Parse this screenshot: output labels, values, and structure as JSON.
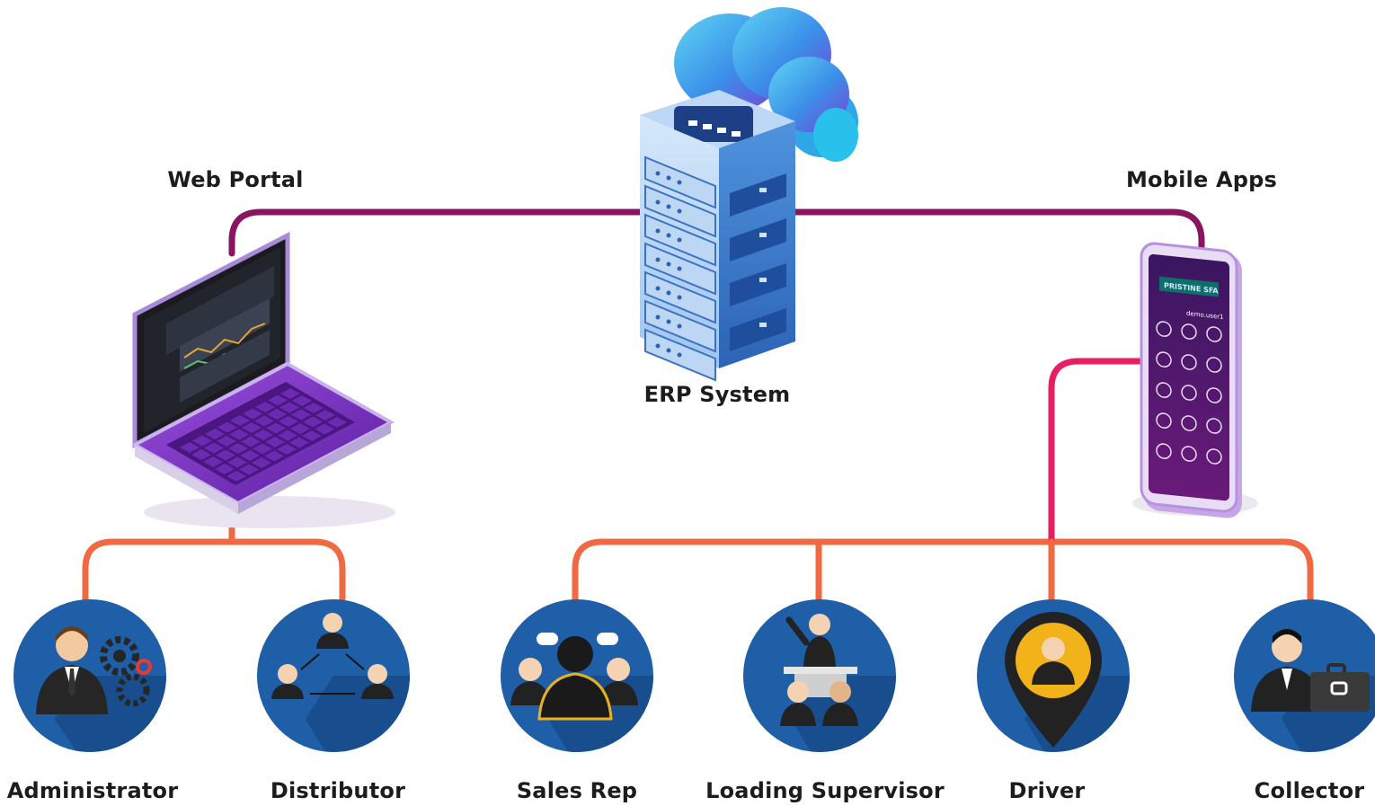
{
  "nodes": {
    "erp": {
      "label": "ERP System"
    },
    "web_portal": {
      "label": "Web Portal"
    },
    "mobile_apps": {
      "label": "Mobile Apps"
    }
  },
  "users": [
    {
      "label": "Administrator"
    },
    {
      "label": "Distributor"
    },
    {
      "label": "Sales Rep"
    },
    {
      "label": "Loading Supervisor"
    },
    {
      "label": "Driver"
    },
    {
      "label": "Collector"
    }
  ],
  "phone_screen": {
    "brand": "PRISTINE SFA",
    "user": "demo.user1"
  },
  "colors": {
    "main_link": "#8a1462",
    "tree_link": "#ef6a43",
    "driver_link": "#e81e63",
    "circle": "#1f5fa8",
    "circle_shadow": "#174a86",
    "laptop": "#7b2fbe",
    "server": "#3f7fd0",
    "cloud": "#2ab3e6"
  }
}
